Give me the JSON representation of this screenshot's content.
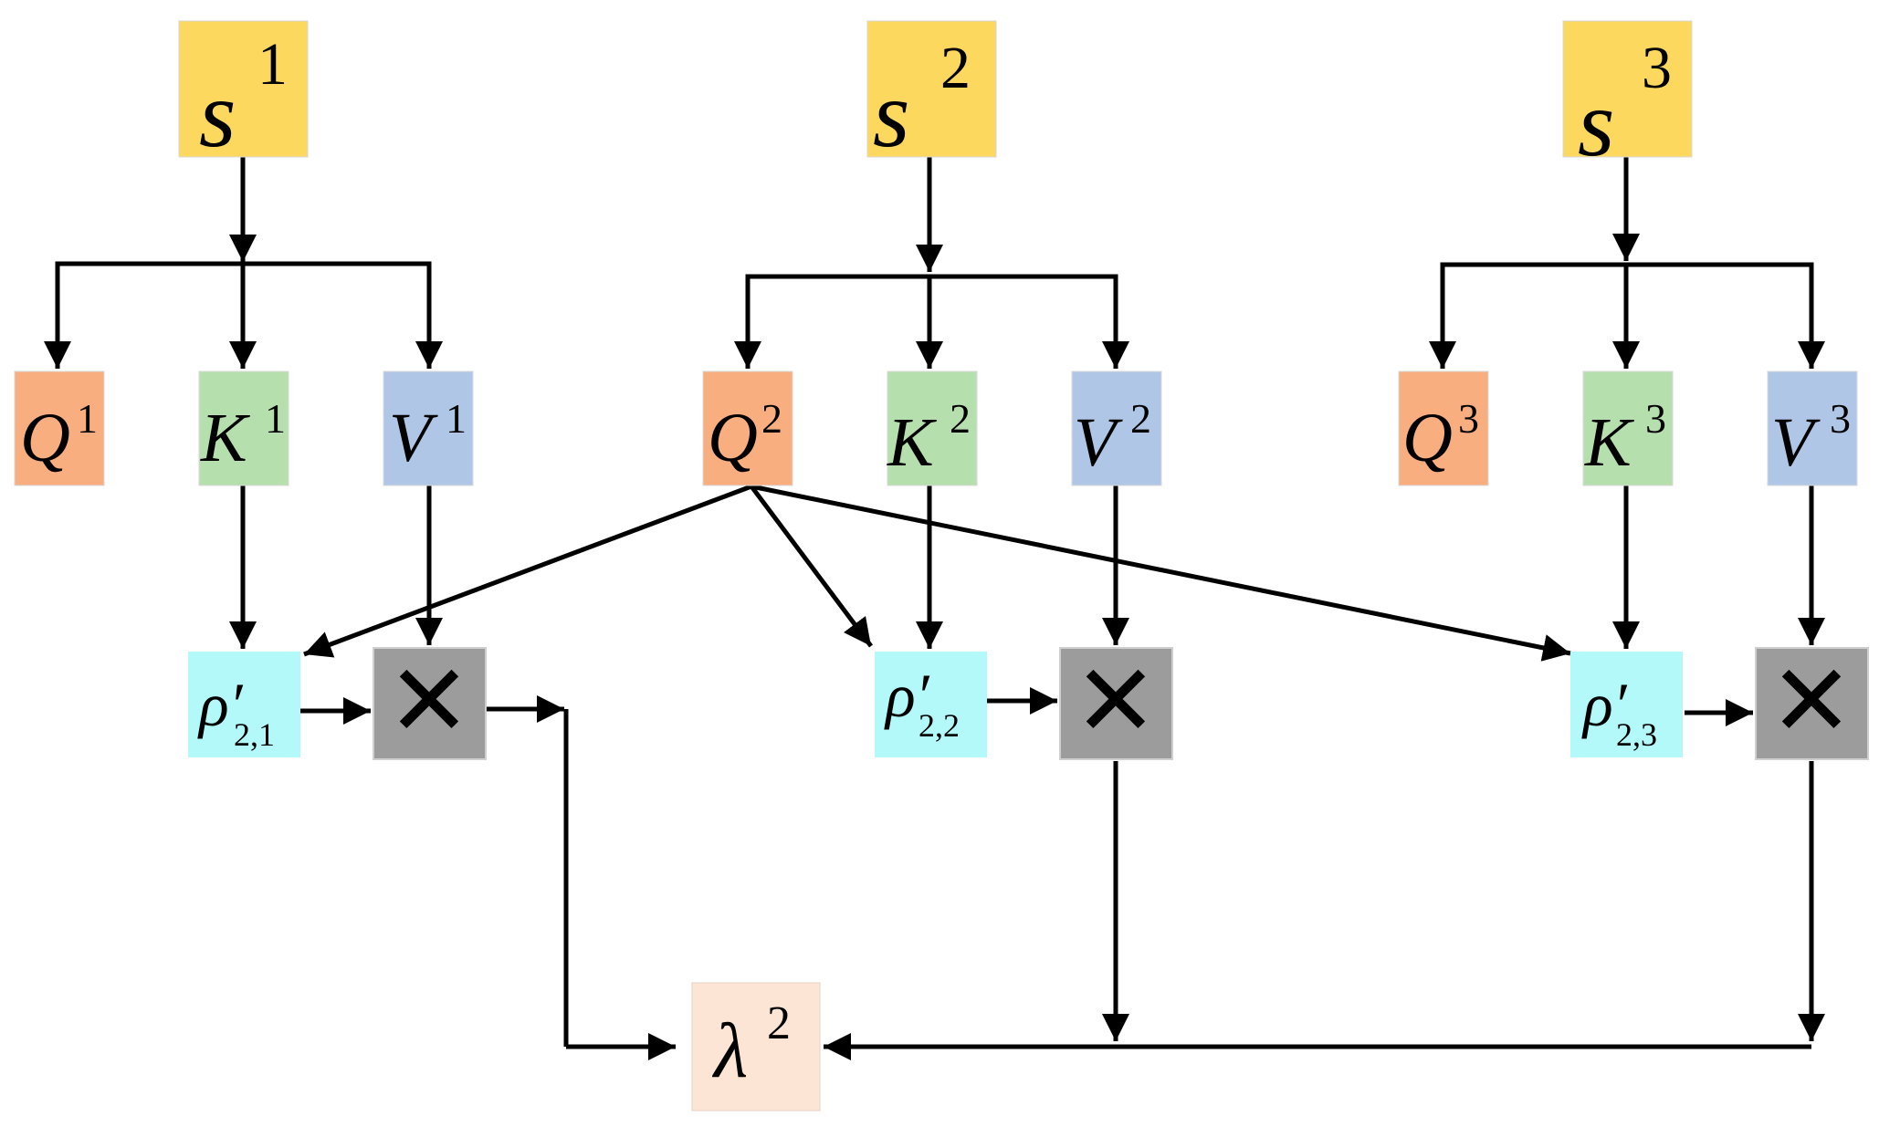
{
  "colors": {
    "s_box": "#FCD95E",
    "q_box": "#F9AE7F",
    "k_box": "#B6DFAE",
    "v_box": "#AFC6E6",
    "rho_box": "#B3F9FA",
    "mult_box": "#9C9C9C",
    "lambda_box": "#FDE5D6",
    "line": "#000000"
  },
  "nodes": {
    "s1": {
      "base": "s",
      "sup": "1"
    },
    "s2": {
      "base": "s",
      "sup": "2"
    },
    "s3": {
      "base": "s",
      "sup": "3"
    },
    "q1": {
      "base": "Q",
      "sup": "1"
    },
    "k1": {
      "base": "K",
      "sup": "1"
    },
    "v1": {
      "base": "V",
      "sup": "1"
    },
    "q2": {
      "base": "Q",
      "sup": "2"
    },
    "k2": {
      "base": "K",
      "sup": "2"
    },
    "v2": {
      "base": "V",
      "sup": "2"
    },
    "q3": {
      "base": "Q",
      "sup": "3"
    },
    "k3": {
      "base": "K",
      "sup": "3"
    },
    "v3": {
      "base": "V",
      "sup": "3"
    },
    "rho21": {
      "base": "ρ′",
      "sub": "2,1"
    },
    "rho22": {
      "base": "ρ′",
      "sub": "2,2"
    },
    "rho23": {
      "base": "ρ′",
      "sub": "2,3"
    },
    "mult1": {
      "symbol": "✕",
      "icon": "multiply-icon"
    },
    "mult2": {
      "symbol": "✕",
      "icon": "multiply-icon"
    },
    "mult3": {
      "symbol": "✕",
      "icon": "multiply-icon"
    },
    "lambda2": {
      "base": "λ",
      "sup": "2"
    }
  }
}
